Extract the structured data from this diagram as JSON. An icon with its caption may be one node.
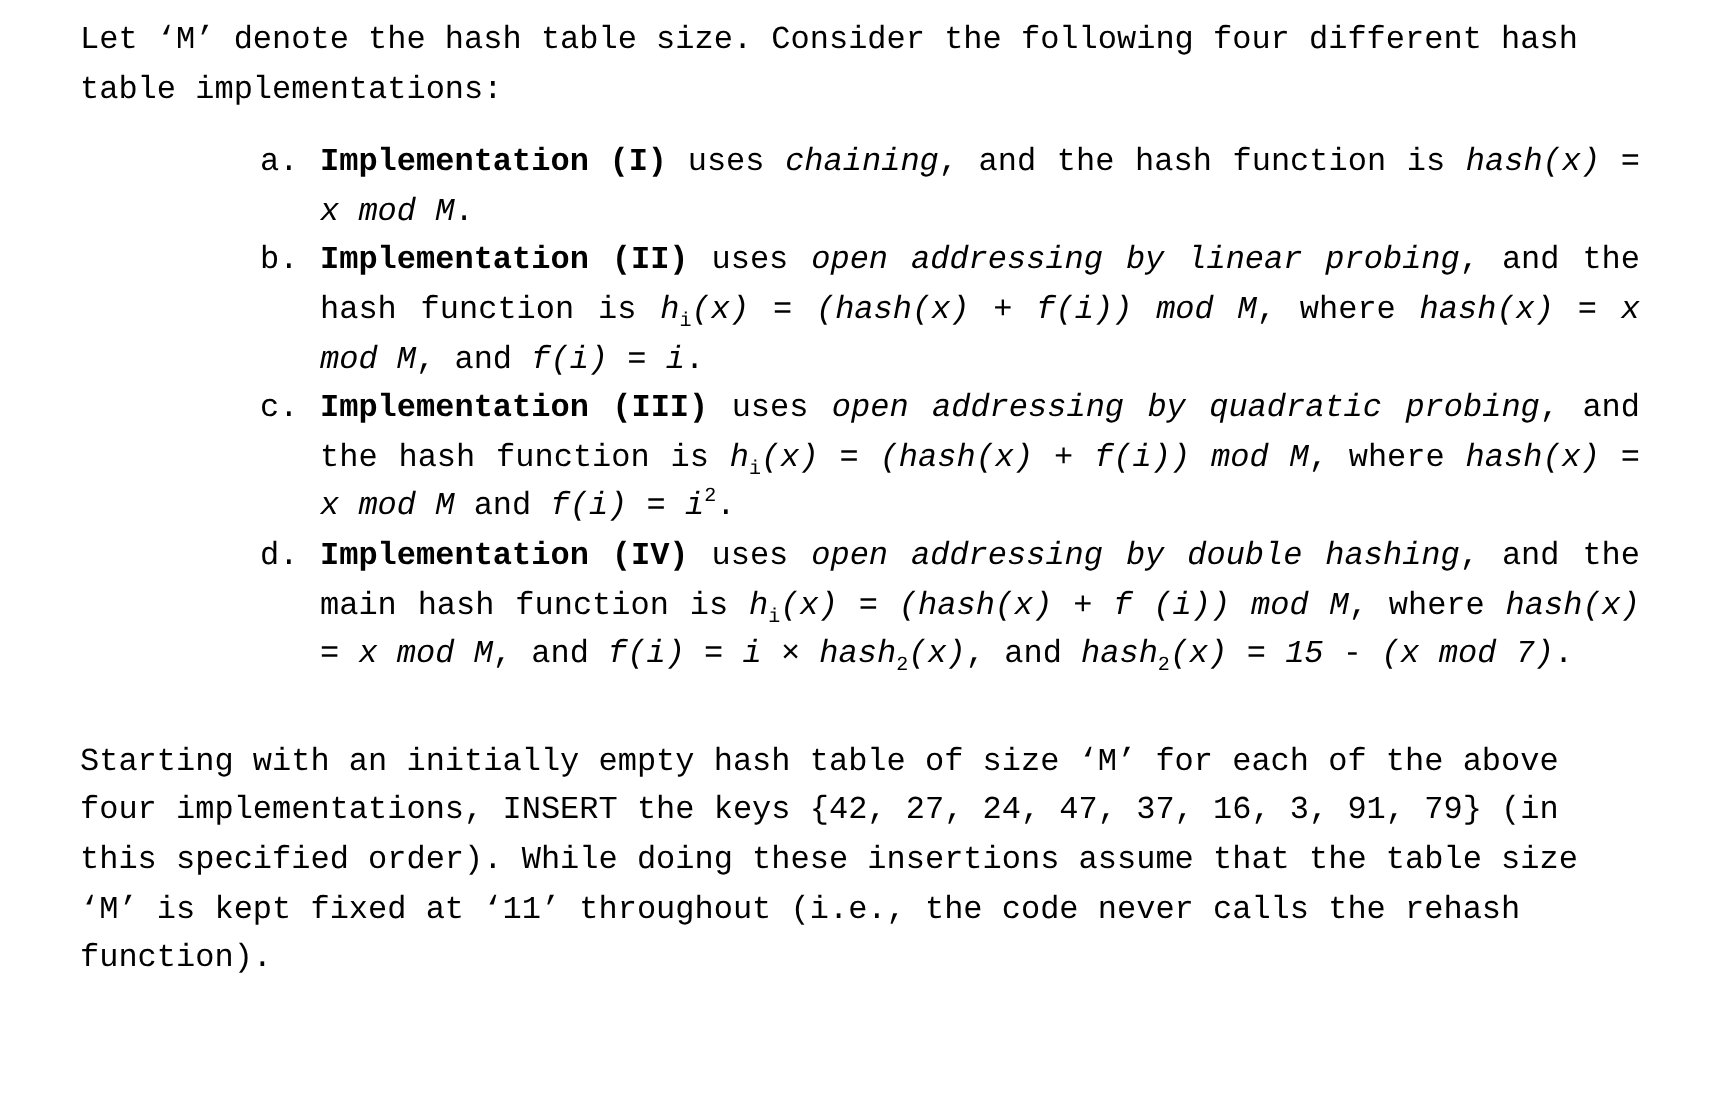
{
  "diagram": {
    "labels": [
      "Let ‘M’ denote the hash table size. Consider the following four different hash table implementations:",
      "a.",
      "**Implementation (I)** uses *chaining*, and the hash function is *hash(x) = x mod M*.",
      "b.",
      "**Implementation (II)** uses *open addressing by linear probing*, and the hash function is *h*$_{i}$*(x)* = *(hash(x) + f(i)) mod M*, where *hash(x)* = *x mod M*, and *f(i)* = *i*.",
      "c.",
      "**Implementation (III)** uses *open addressing by quadratic probing*, and the hash function is *h*$_{i}$*(x)* = *(hash(x) + f(i)) mod M*, where *hash(x)* = *x mod M* and *f(i)* = *i*$^{2}$.",
      "d.",
      "**Implementation (IV)** uses *open addressing by double hashing*, and the main hash function is *h*$_{i}$*(x)* = *(hash(x) + f (i)) mod M*, where *hash(x)* = *x mod M*, and *f(i)* = *i* × *hash*$_{2}$*(x)*, and *hash*$_{2}$*(x)* = *15* - *(x mod 7)*.",
      "Starting with an initially empty hash table of size ‘M’ for each of the above four implementations, INSERT the keys {42, 27, 24, 47, 37, 16, 3, 91, 79} (in this specified order). While doing these insertions assume that the table size ‘M’ is kept fixed at ‘11’ throughout (i.e., the code never calls the rehash function)."
    ]
  }
}
